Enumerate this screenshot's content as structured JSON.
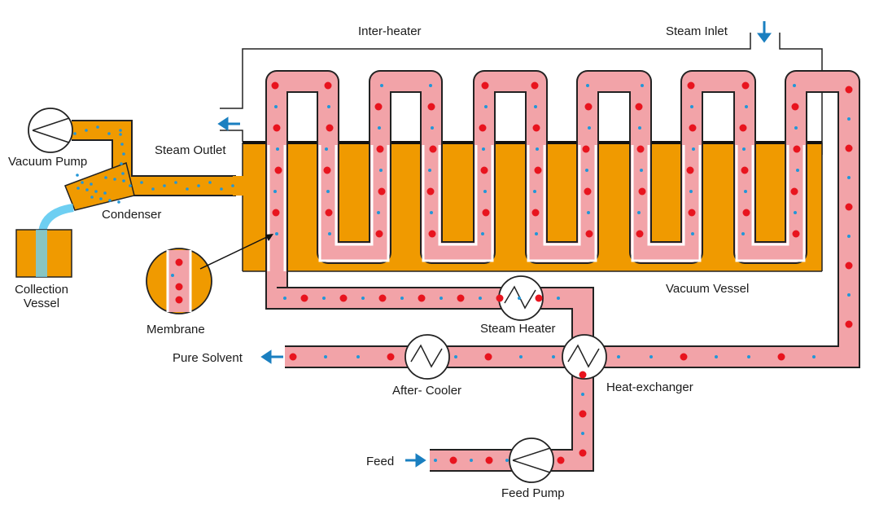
{
  "diagram": {
    "labels": {
      "inter_heater": "Inter-heater",
      "steam_inlet": "Steam Inlet",
      "vacuum_pump": "Vacuum Pump",
      "steam_outlet": "Steam Outlet",
      "condenser": "Condenser",
      "collection_vessel_line1": "Collection",
      "collection_vessel_line2": "Vessel",
      "membrane": "Membrane",
      "vacuum_vessel": "Vacuum Vessel",
      "steam_heater": "Steam Heater",
      "pure_solvent": "Pure Solvent",
      "after_cooler": "After- Cooler",
      "heat_exchanger": "Heat-exchanger",
      "feed": "Feed",
      "feed_pump": "Feed Pump"
    },
    "colors": {
      "vessel_fill": "#f09a00",
      "tube_fill": "#f2a3a8",
      "solute_particle": "#e8141e",
      "solvent_particle": "#2196d8",
      "flow_arrow": "#1a7fc0",
      "collected_water": "#6ecff2"
    },
    "icons": {
      "pump": "pump-circle-icon",
      "heat_exchanger": "heat-exchanger-coil-icon",
      "flow_arrow": "flow-arrow-icon"
    }
  }
}
